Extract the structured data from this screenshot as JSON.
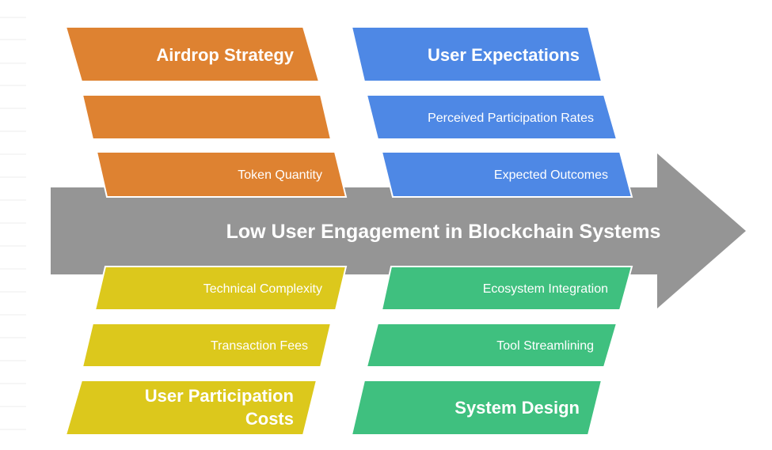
{
  "title": "Low User Engagement in Blockchain Systems",
  "colors": {
    "orange": "#DE8231",
    "blue": "#4E88E5",
    "yellow": "#DCC81C",
    "green": "#3FC07F",
    "arrow": "#959595"
  },
  "categories": {
    "airdrop": {
      "heading": "Airdrop Strategy",
      "items": [
        "",
        "Token Quantity"
      ]
    },
    "expectations": {
      "heading": "User Expectations",
      "items": [
        "Perceived Participation Rates",
        "Expected Outcomes"
      ]
    },
    "costs": {
      "heading_line1": "User Participation",
      "heading_line2": "Costs",
      "items": [
        "Technical Complexity",
        "Transaction Fees"
      ]
    },
    "design": {
      "heading": "System Design",
      "items": [
        "Ecosystem Integration",
        "Tool Streamlining"
      ]
    }
  }
}
